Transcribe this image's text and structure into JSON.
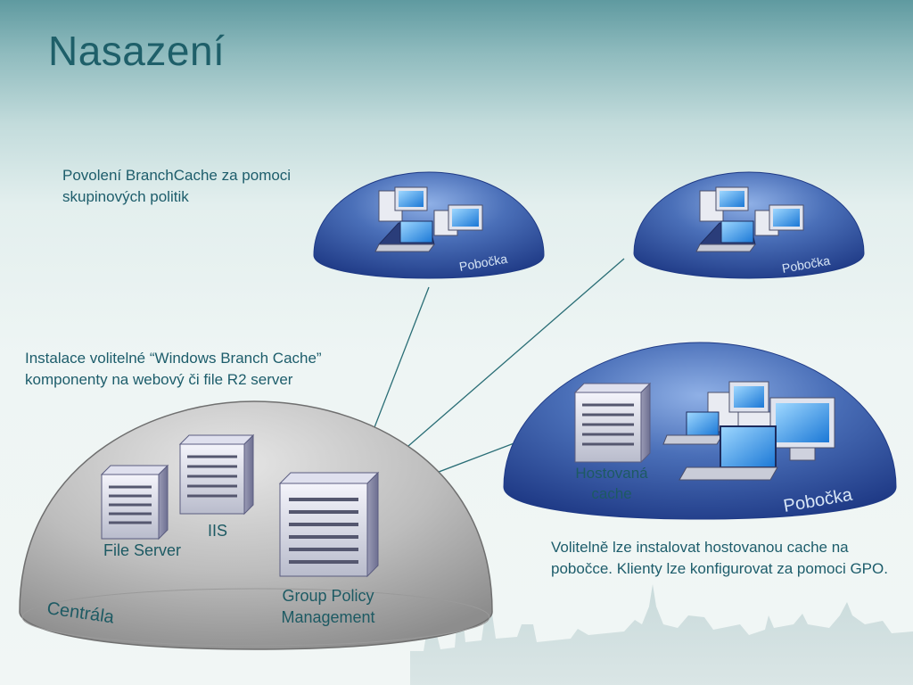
{
  "title": "Nasazení",
  "notes": {
    "group_policy": "Povolení BranchCache za pomoci skupinových politik",
    "install": "Instalace volitelné “Windows Branch Cache” komponenty na webový či file R2 server",
    "hosted_cache": "Volitelně lze instalovat hostovanou cache na pobočce. Klienty lze konfigurovat za pomoci GPO."
  },
  "hq": {
    "label": "Centrála",
    "servers": {
      "file_server": "File Server",
      "iis": "IIS",
      "gpm_line1": "Group Policy",
      "gpm_line2": "Management"
    }
  },
  "branches": {
    "branch1": "Pobočka",
    "branch2": "Pobočka",
    "branch3": "Pobočka",
    "hosted_cache_line1": "Hostovaná",
    "hosted_cache_line2": "cache"
  },
  "colors": {
    "title": "#1e5f69",
    "text": "#1d5d6b",
    "branch_dome": "#3c5fa8",
    "hq_dome": "#c8c8c8",
    "connector": "#2a6e76"
  }
}
